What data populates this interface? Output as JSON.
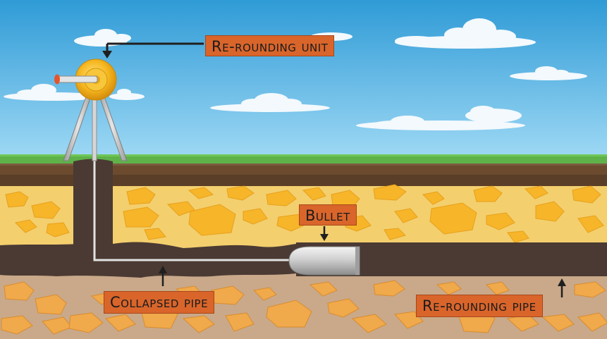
{
  "labels": {
    "rerounding_unit": "Re-rounding unit",
    "bullet": "Bullet",
    "collapsed_pipe": "Collapsed pipe",
    "rerounding_pipe": "Re-rounding pipe"
  },
  "colors": {
    "sky_top": "#2f9bd6",
    "sky_bottom": "#8fd2f2",
    "grass": "#5fb24a",
    "topsoil": "#6b4a2e",
    "yellow_soil": "#f3cf6e",
    "rock_yellow": "#f7b52a",
    "pipe": "#4a3a33",
    "bottom_soil": "#c9a98a",
    "rock_bottom": "#f0a94b",
    "label_bg": "#d9652b",
    "bullet_metal": "#c9c9c9",
    "unit_gold": "#f5b61e"
  },
  "icons": {
    "unit": "rerounding-unit-icon",
    "bullet": "bullet-icon",
    "arrows": "arrow-icon"
  }
}
